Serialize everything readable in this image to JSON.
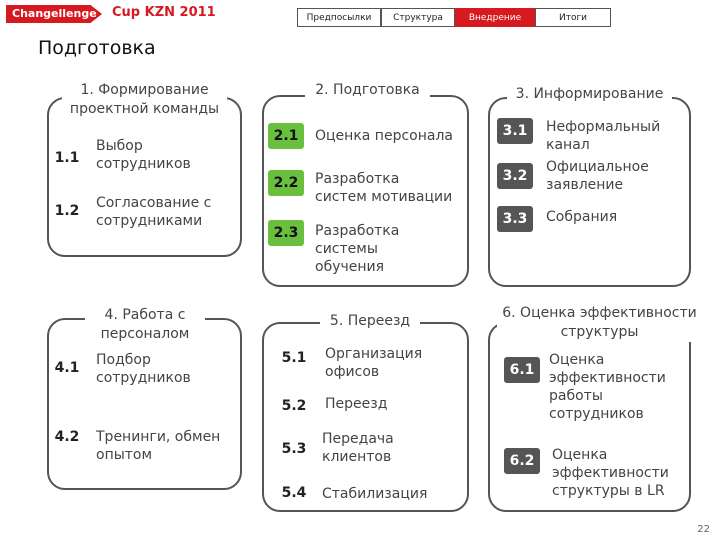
{
  "header": {
    "logo_text": "Changellenge",
    "brand": "Cup KZN 2011",
    "tabs": [
      {
        "label": "Предпосылки",
        "active": false
      },
      {
        "label": "Структура",
        "active": false
      },
      {
        "label": "Внедрение",
        "active": true
      },
      {
        "label": "Итоги",
        "active": false
      }
    ]
  },
  "page_title": "Подготовка",
  "colors": {
    "accent": "#d71920",
    "green": "#6abf3f",
    "grey": "#555555"
  },
  "panels": [
    {
      "title": "1. Формирование проектной команды",
      "items": [
        {
          "num": "1.1",
          "text": "Выбор сотрудников"
        },
        {
          "num": "1.2",
          "text": "Согласование с сотрудниками"
        }
      ]
    },
    {
      "title": "2. Подготовка",
      "items": [
        {
          "num": "2.1",
          "text": "Оценка персонала"
        },
        {
          "num": "2.2",
          "text": "Разработка систем мотивации"
        },
        {
          "num": "2.3",
          "text": "Разработка системы обучения"
        }
      ]
    },
    {
      "title": "3. Информирование",
      "items": [
        {
          "num": "3.1",
          "text": "Неформальный канал"
        },
        {
          "num": "3.2",
          "text": "Официальное заявление"
        },
        {
          "num": "3.3",
          "text": "Собрания"
        }
      ]
    },
    {
      "title": "4. Работа с персоналом",
      "items": [
        {
          "num": "4.1",
          "text": "Подбор сотрудников"
        },
        {
          "num": "4.2",
          "text": "Тренинги, обмен опытом"
        }
      ]
    },
    {
      "title": "5. Переезд",
      "items": [
        {
          "num": "5.1",
          "text": "Организация офисов"
        },
        {
          "num": "5.2",
          "text": "Переезд"
        },
        {
          "num": "5.3",
          "text": "Передача клиентов"
        },
        {
          "num": "5.4",
          "text": "Стабилизация"
        }
      ]
    },
    {
      "title": "6. Оценка эффективности структуры",
      "items": [
        {
          "num": "6.1",
          "text": "Оценка эффективности работы сотрудников"
        },
        {
          "num": "6.2",
          "text": "Оценка эффективности структуры в LR"
        }
      ]
    }
  ],
  "page_number": "22"
}
